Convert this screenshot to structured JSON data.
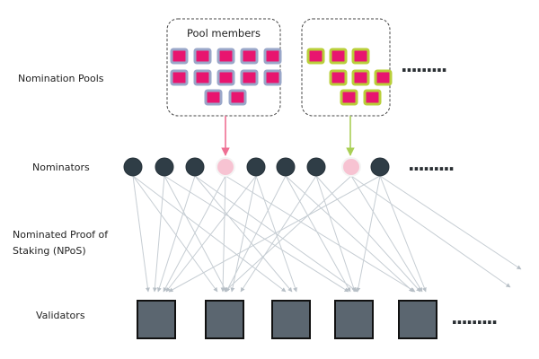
{
  "labels": {
    "nomination_pools": "Nomination Pools",
    "nominators": "Nominators",
    "npos_line1": "Nominated Proof of",
    "npos_line2": "Staking (NPoS)",
    "validators": "Validators",
    "pool_members": "Pool members"
  },
  "pools": [
    {
      "name": "pool-1",
      "title": "Pool members",
      "member_rows": [
        5,
        5,
        2
      ],
      "member_color": "#e8156f",
      "member_border": "#9aa7c9",
      "link_color": "#ee6f93",
      "nominator_index": 3
    },
    {
      "name": "pool-2",
      "title": "",
      "member_rows": [
        3,
        3,
        2
      ],
      "member_color": "#e8156f",
      "member_border": "#b9cf3a",
      "link_color": "#a9cf55",
      "nominator_index": 7
    }
  ],
  "nominators": [
    {
      "type": "regular"
    },
    {
      "type": "regular"
    },
    {
      "type": "regular"
    },
    {
      "type": "pool"
    },
    {
      "type": "regular"
    },
    {
      "type": "regular"
    },
    {
      "type": "regular"
    },
    {
      "type": "pool"
    },
    {
      "type": "regular"
    }
  ],
  "validator_count": 5,
  "colors": {
    "nominator": "#2f3d46",
    "pool_nominator": "#f7c3d2",
    "validator_fill": "#5b6670",
    "validator_border": "#111111",
    "edge": "#c6cdd3",
    "ellipsis": "#2a2f33",
    "pool_box_border": "#444444"
  },
  "ellipsis_glyph": "........."
}
